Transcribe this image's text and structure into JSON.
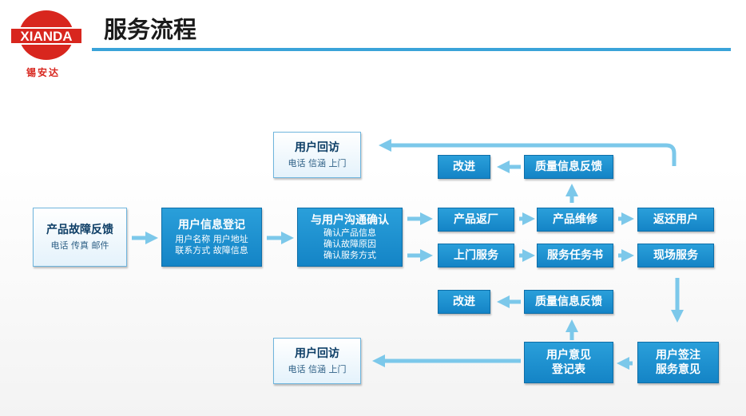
{
  "logo": {
    "brand": "XIANDA",
    "chinese": "锡安达"
  },
  "title": "服务流程",
  "colors": {
    "box_blue": "#1a8fd0",
    "box_light_border": "#6fb5dd",
    "arrow": "#7cc8ea",
    "accent_rule": "#3aa3d9",
    "logo_red": "#d8261e"
  },
  "nodes": {
    "visit_top": {
      "title": "用户回访",
      "sub": "电话 信涵 上门"
    },
    "fault": {
      "title": "产品故障反馈",
      "sub": "电话 传真 邮件"
    },
    "register": {
      "title": "用户信息登记",
      "sub1": "用户名称  用户地址",
      "sub2": "联系方式  故障信息"
    },
    "confirm": {
      "title": "与用户沟通确认",
      "sub1": "确认产品信息",
      "sub2": "确认故障原因",
      "sub3": "确认服务方式"
    },
    "return_factory": {
      "title": "产品返厂"
    },
    "onsite": {
      "title": "上门服务"
    },
    "repair": {
      "title": "产品维修"
    },
    "task_book": {
      "title": "服务任务书"
    },
    "return_user": {
      "title": "返还用户"
    },
    "field_service": {
      "title": "现场服务"
    },
    "improve_top": {
      "title": "改进"
    },
    "quality_top": {
      "title": "质量信息反馈"
    },
    "improve_bottom": {
      "title": "改进"
    },
    "quality_bottom": {
      "title": "质量信息反馈"
    },
    "user_opinion": {
      "title1": "用户意见",
      "title2": "登记表"
    },
    "user_sign": {
      "title1": "用户签注",
      "title2": "服务意见"
    },
    "visit_bottom": {
      "title": "用户回访",
      "sub": "电话 信涵 上门"
    }
  }
}
